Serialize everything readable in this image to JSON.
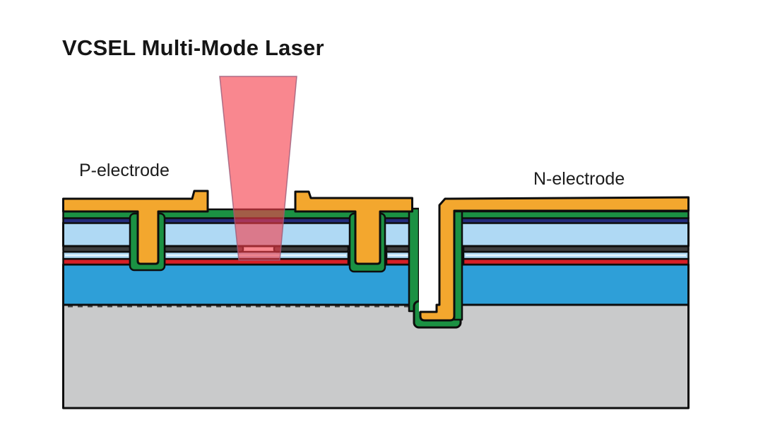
{
  "title": "VCSEL Multi-Mode Laser",
  "labels": {
    "p_electrode": "P-electrode",
    "n_electrode": "N-electrode"
  },
  "colors": {
    "background": "#FFFFFF",
    "outline": "#0D0D0D",
    "gold": "#F3A72E",
    "green": "#1B9143",
    "navy": "#232B7A",
    "light_blue": "#AFD9F4",
    "oxide_gray": "#3D3D3D",
    "red": "#D71F26",
    "dbr_blue": "#2E9FD8",
    "substrate_gray": "#C9CACB",
    "beam_pink": "#F63E4A",
    "beam_edge": "#9A5B78"
  }
}
